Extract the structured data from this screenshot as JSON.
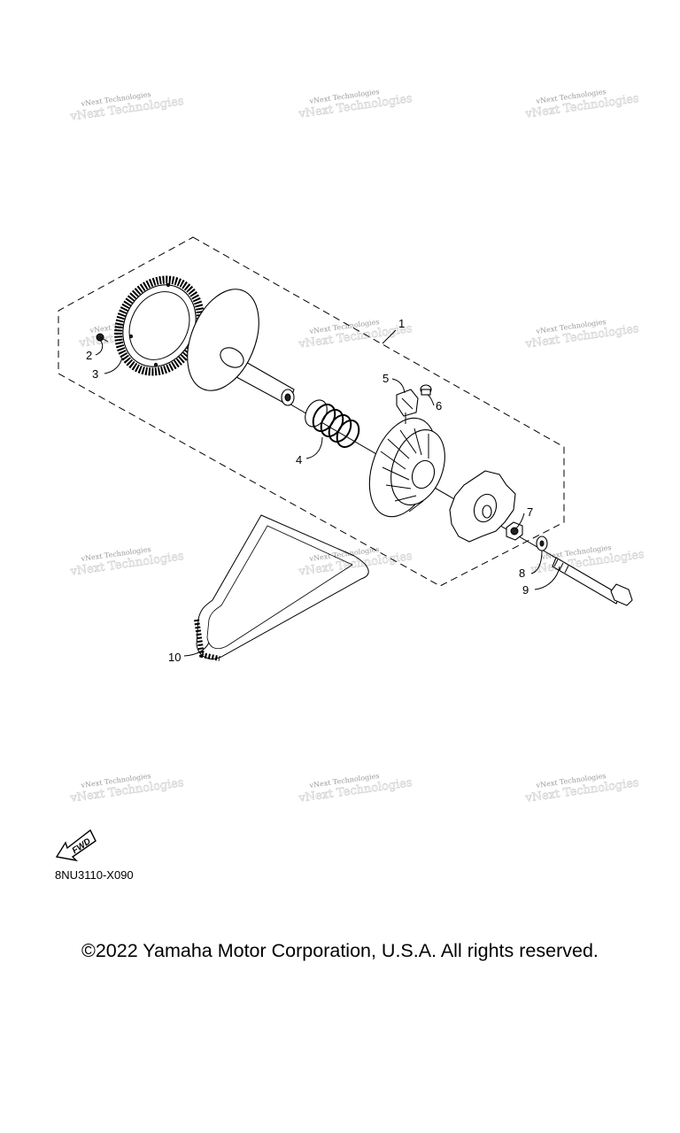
{
  "watermark": {
    "text": "vNext Technologies"
  },
  "callouts": [
    "1",
    "2",
    "3",
    "4",
    "5",
    "6",
    "7",
    "8",
    "9",
    "10"
  ],
  "fwd_label": "FWD",
  "diagram_code": "8NU3110-X090",
  "copyright": "©2022 Yamaha Motor Corporation, U.S.A. All rights reserved."
}
